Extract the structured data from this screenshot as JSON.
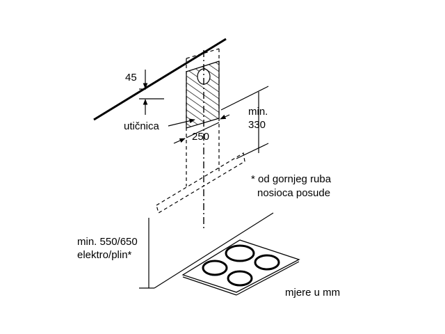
{
  "labels": {
    "dim_45": "45",
    "socket": "utičnica",
    "dim_250": "250",
    "min_330_line1": "min.",
    "min_330_line2": "330",
    "footnote_line1": "* od gornjeg ruba",
    "footnote_line2": "nosioca posude",
    "min_height_line1": "min. 550/650",
    "min_height_line2": "elektro/plin*",
    "units": "mjere u mm"
  }
}
